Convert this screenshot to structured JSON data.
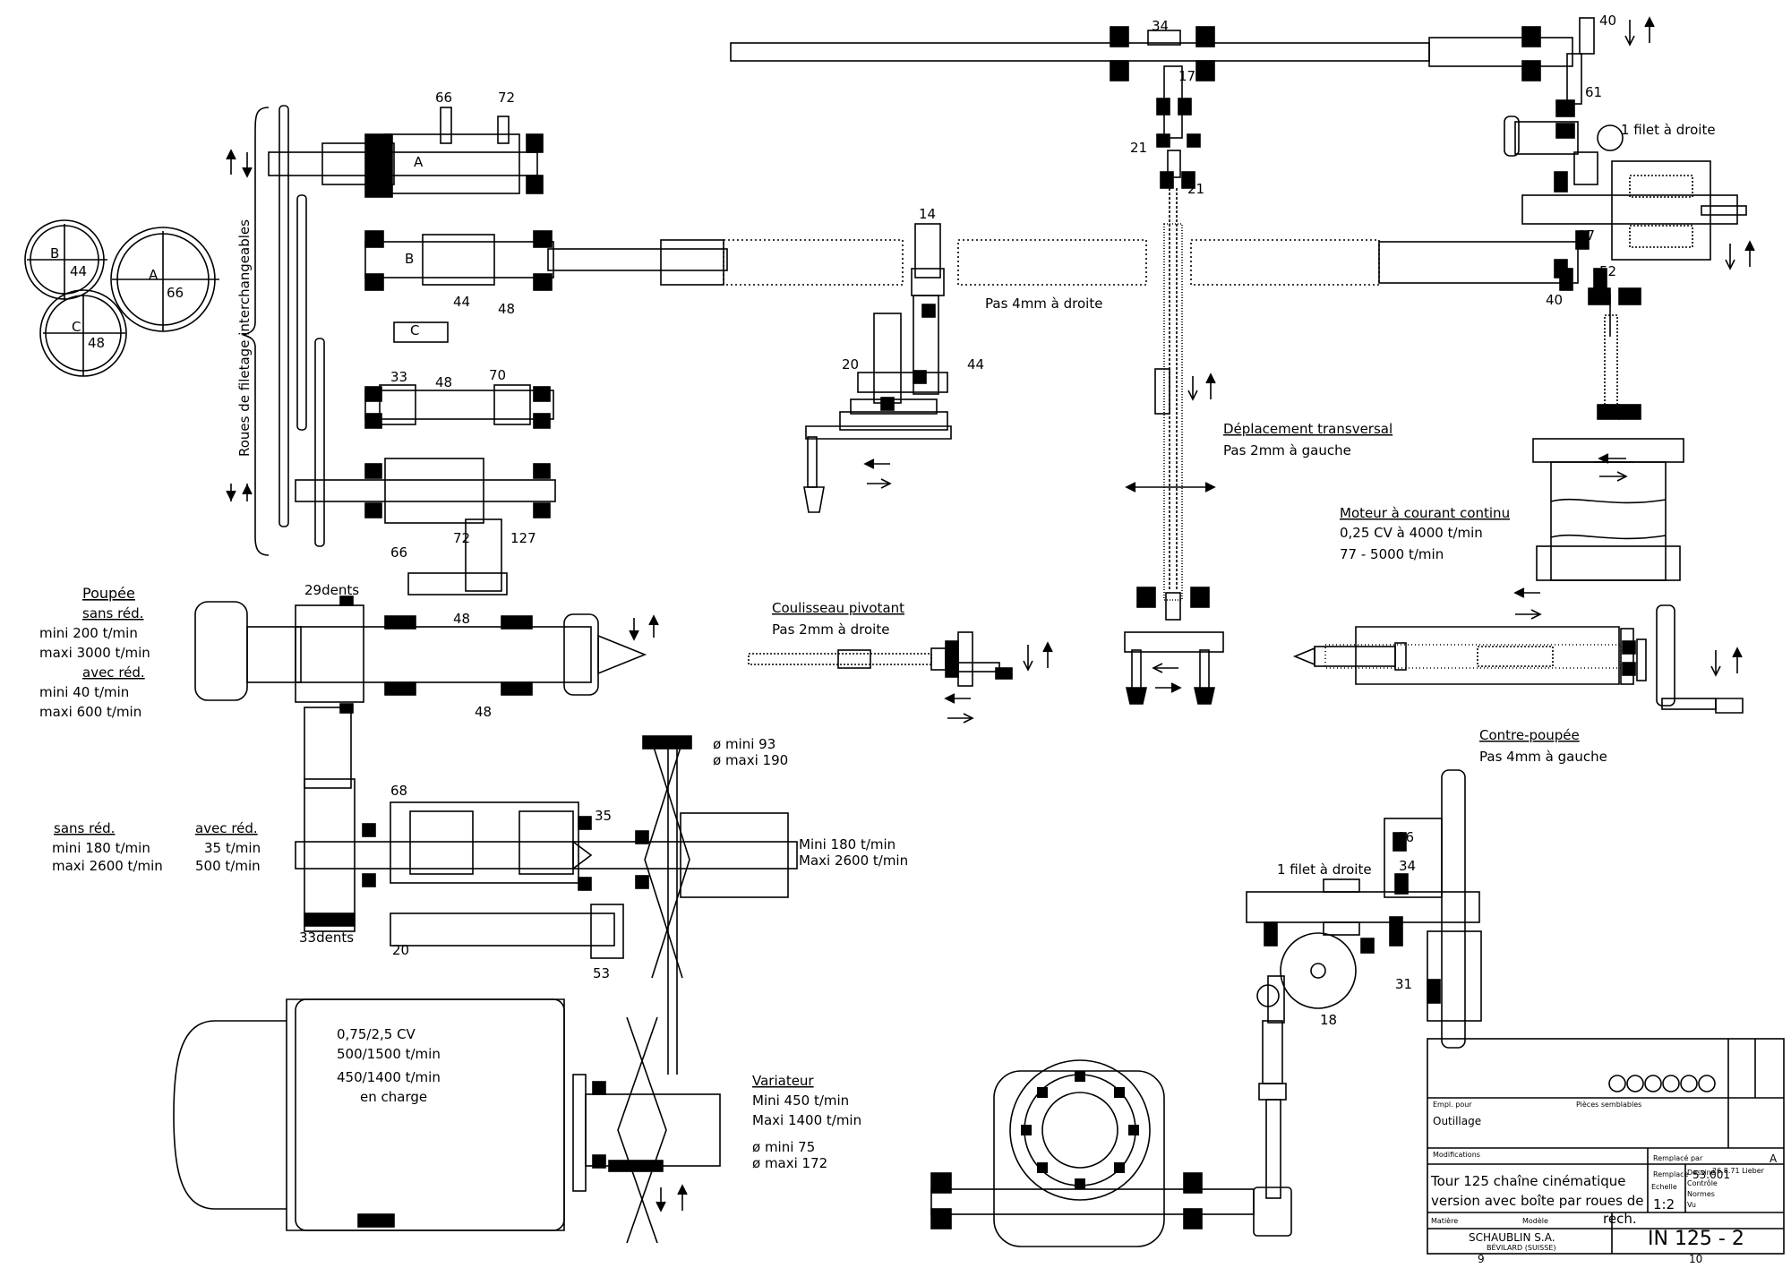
{
  "colors": {
    "ink": "#000000",
    "paper": "#ffffff",
    "shade": "#d9d9d9"
  },
  "spindle_gears": {
    "wheel_b": "B",
    "wheel_b_teeth": "44",
    "wheel_a": "A",
    "wheel_a_teeth": "66",
    "wheel_c": "C",
    "wheel_c_teeth": "48"
  },
  "interchangeable_label": "Roues de filetage interchangeables",
  "gearbox": {
    "n66_top": "66",
    "n72_top": "72",
    "label_a": "A",
    "label_b": "B",
    "label_c": "C",
    "n44": "44",
    "n48a": "48",
    "n48b": "48",
    "n33": "33",
    "n70": "70",
    "n66_bottom": "66",
    "n72_bottom": "72",
    "n127": "127",
    "n48_spindle_top": "48",
    "n48_spindle_bottom": "48"
  },
  "headstock": {
    "title": "Poupée",
    "no_red": "sans réd.",
    "no_red_min": "mini   200 t/min",
    "no_red_max": "maxi 3000 t/min",
    "with_red": "avec réd.",
    "with_red_min": "mini     40 t/min",
    "with_red_max": "maxi  600 t/min",
    "teeth_top": "29dents"
  },
  "countershaft": {
    "no_red": "sans réd.",
    "no_red_min": "mini    180 t/min",
    "no_red_max": "maxi 2600 t/min",
    "with_red": "avec réd.",
    "with_red_min": "35 t/min",
    "with_red_max": "500 t/min",
    "n68": "68",
    "n35": "35",
    "n20": "20",
    "n53": "53",
    "teeth_bottom": "33dents",
    "speed_min": "Mini   180 t/min",
    "speed_max": "Maxi 2600 t/min",
    "dia_min": "ø mini     93",
    "dia_max": "ø maxi   190"
  },
  "motor": {
    "power": "0,75/2,5 CV",
    "speed_a": "500/1500 t/min",
    "speed_b": "450/1400 t/min",
    "load": "en charge"
  },
  "variator": {
    "title": "Variateur",
    "min": "Mini    450 t/min",
    "max": "Maxi  1400 t/min",
    "dia_min": "ø mini     75",
    "dia_max": "ø maxi   172"
  },
  "carriage": {
    "n14": "14",
    "n20": "20",
    "n44": "44",
    "pitch": "Pas 4mm à droite"
  },
  "cross_slide": {
    "n34": "34",
    "n17": "17",
    "n21a": "21",
    "n21b": "21",
    "title": "Déplacement transversal",
    "pitch": "Pas 2mm à gauche"
  },
  "pivot_slide": {
    "title": "Coulisseau pivotant",
    "pitch": "Pas 2mm à droite"
  },
  "right_drive": {
    "n40_top": "40",
    "n61": "61",
    "thread": "1 filet à droite",
    "n27": "27",
    "n52": "52",
    "n40_bottom": "40"
  },
  "dc_motor": {
    "title": "Moteur à courant continu",
    "spec": "0,25 CV à 4000 t/min",
    "range": "77 - 5000 t/min"
  },
  "tailstock": {
    "title": "Contre-poupée",
    "pitch": "Pas 4mm à gauche"
  },
  "worm_unit": {
    "thread": "1 filet à droite",
    "n96": "96",
    "n34": "34",
    "n31": "31",
    "n18": "18"
  },
  "title_block": {
    "emploi": "Empl. pour",
    "pieces": "Pièces semblables",
    "outillage": "Outillage",
    "modifications": "Modifications",
    "remplace_par": "Remplacé par",
    "remplace": "Remplace",
    "remplace_val": "53.001",
    "rev": "A",
    "title_1": "Tour 125 chaîne cinématique",
    "title_2": "version avec boîte par roues de",
    "title_3": "rech.",
    "echelle": "Echelle",
    "scale": "1:2",
    "dessine": "Dessiné",
    "dessine_val": "26.8.71  Lieber",
    "controle": "Contrôle",
    "normes": "Normes",
    "vu": "Vu",
    "matiere": "Matière",
    "modele": "Modèle",
    "company": "SCHAUBLIN S.A.",
    "city": "BÉVILARD (SUISSE)",
    "drawing_no": "IN 125 - 2",
    "zone_9": "9",
    "zone_10": "10"
  }
}
